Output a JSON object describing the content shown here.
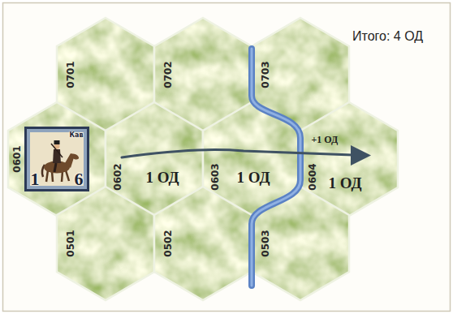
{
  "diagram": {
    "nodes": [
      {
        "text": [
          "0701"
        ]
      },
      {
        "text": [
          "0702"
        ]
      },
      {
        "text": [
          "0703"
        ]
      },
      {
        "text": [
          "0601"
        ]
      },
      {
        "text": [
          "Кав",
          "1",
          "6"
        ],
        "in": 3
      },
      {
        "text": [
          "0602",
          "1 ОД"
        ]
      },
      {
        "text": [
          "0603",
          "1 ОД"
        ]
      },
      {
        "text": [
          "0604",
          "+1 ОД",
          "1 ОД"
        ]
      },
      {
        "text": [
          "0501"
        ]
      },
      {
        "text": [
          "0502"
        ]
      },
      {
        "text": [
          "0503"
        ]
      }
    ],
    "labels": [
      "Итого: 4 ОД"
    ]
  }
}
